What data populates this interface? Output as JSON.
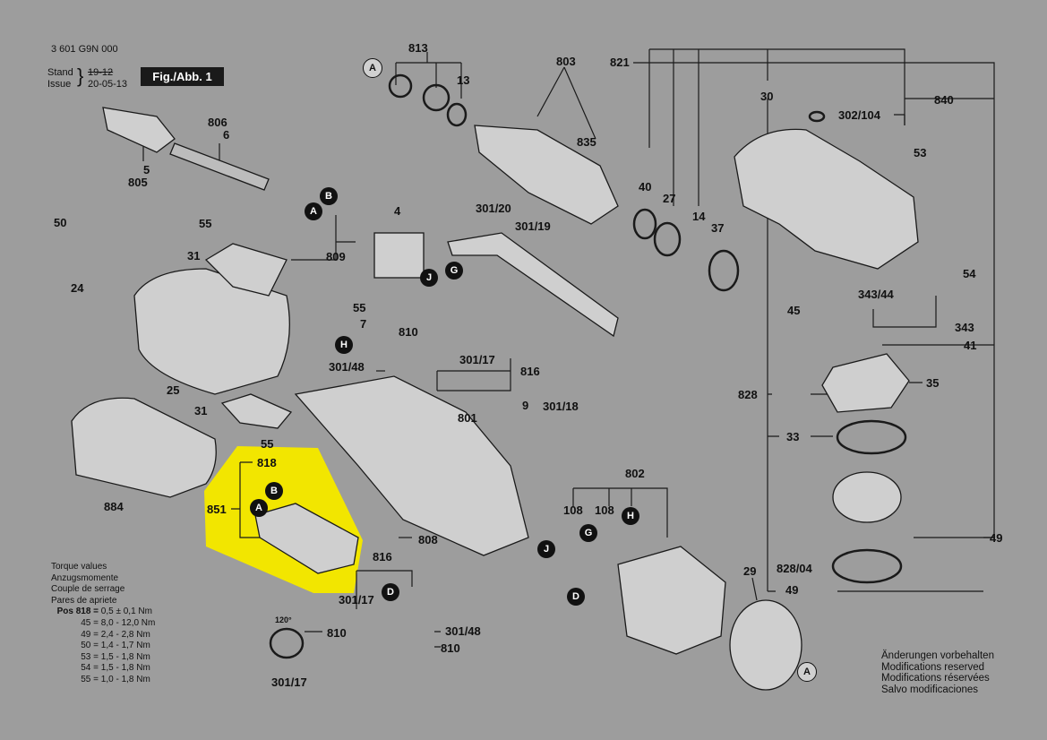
{
  "header": {
    "drawing_number": "3 601 G9N 000",
    "stand_label": "Stand",
    "stand_value": "19-12",
    "issue_label": "Issue",
    "issue_value": "20-05-13",
    "figure": "Fig./Abb. 1"
  },
  "highlight_color": "#f2e600",
  "part_labels": {
    "p813": "813",
    "p803": "803",
    "p821": "821",
    "p840": "840",
    "p302_104": "302/104",
    "p30": "30",
    "p13": "13",
    "p835": "835",
    "p806": "806",
    "p6": "6",
    "p5": "5",
    "p805": "805",
    "p53": "53",
    "p40": "40",
    "p27": "27",
    "p14": "14",
    "p37": "37",
    "p4": "4",
    "p301_20": "301/20",
    "p301_19": "301/19",
    "p50": "50",
    "p55a": "55",
    "p31a": "31",
    "p809": "809",
    "p24": "24",
    "p54": "54",
    "p343_44": "343/44",
    "p343": "343",
    "p41": "41",
    "p45": "45",
    "p55b": "55",
    "p7": "7",
    "p810a": "810",
    "p301_48a": "301/48",
    "p301_17a": "301/17",
    "p816a": "816",
    "p25": "25",
    "p828": "828",
    "p35": "35",
    "p33": "33",
    "p31b": "31",
    "p9": "9",
    "p301_18": "301/18",
    "p801": "801",
    "p55c": "55",
    "p818": "818",
    "p884": "884",
    "p851": "851",
    "p802": "802",
    "p108a": "108",
    "p108b": "108",
    "p808": "808",
    "p49a": "49",
    "p816b": "816",
    "p29": "29",
    "p828_04": "828/04",
    "p49b": "49",
    "p301_17b": "301/17",
    "p301_48b": "301/48",
    "p810b": "810",
    "p810c": "810",
    "p120": "120°",
    "p301_17c": "301/17"
  },
  "callouts": {
    "A1": "A",
    "B1": "B",
    "A2": "A",
    "J1": "J",
    "G1": "G",
    "H1": "H",
    "A3": "A",
    "B2": "B",
    "J2": "J",
    "G2": "G",
    "H2": "H",
    "D1": "D",
    "D2": "D",
    "A4": "A"
  },
  "torque": {
    "heading_lines": [
      "Torque values",
      "Anzugsmomente",
      "Couple de serrage",
      "Pares de apriete"
    ],
    "rows": [
      {
        "pos": "Pos 818 =",
        "value": "0,5 ± 0,1 Nm"
      },
      {
        "pos": "45 =",
        "value": "8,0 - 12,0 Nm"
      },
      {
        "pos": "49 =",
        "value": "2,4 - 2,8 Nm"
      },
      {
        "pos": "50 =",
        "value": "1,4 - 1,7 Nm"
      },
      {
        "pos": "53 =",
        "value": "1,5 - 1,8 Nm"
      },
      {
        "pos": "54 =",
        "value": "1,5 - 1,8 Nm"
      },
      {
        "pos": "55 =",
        "value": "1,0 - 1,8 Nm"
      }
    ]
  },
  "modifications": [
    "Änderungen vorbehalten",
    "Modifications reserved",
    "Modifications réservées",
    "Salvo modificaciones"
  ]
}
